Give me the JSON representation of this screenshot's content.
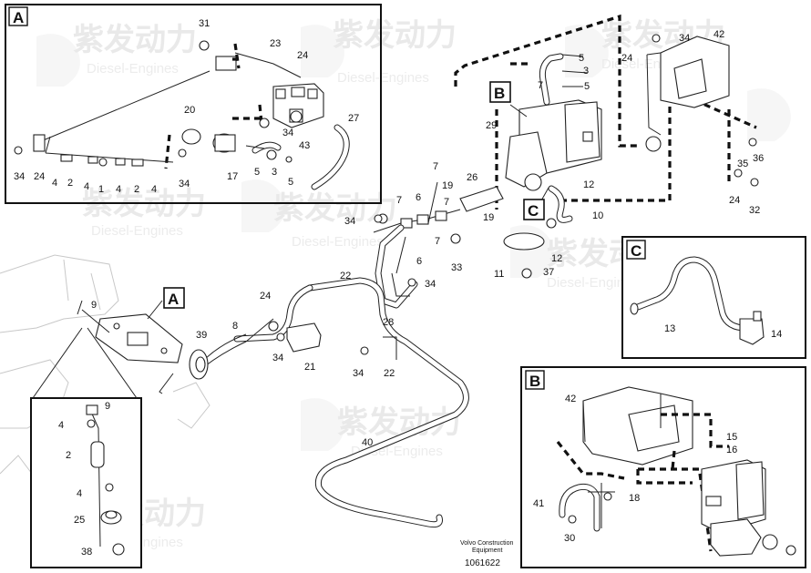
{
  "diagram": {
    "detail_labels": {
      "a_main": "A",
      "a_detail": "A",
      "b_main": "B",
      "b_detail": "B",
      "c_main": "C",
      "c_detail": "C"
    },
    "callouts": {
      "a1": "31",
      "a2": "23",
      "a3": "24",
      "a4": "20",
      "a5": "27",
      "a6": "34",
      "a7": "24",
      "a8": "4",
      "a9": "2",
      "a10": "4",
      "a11": "1",
      "a12": "4",
      "a13": "2",
      "a14": "4",
      "a15": "34",
      "a16": "17",
      "a17": "5",
      "a18": "3",
      "a19": "5",
      "a20": "34",
      "a21": "43",
      "m1": "5",
      "m2": "3",
      "m3": "5",
      "m4": "7",
      "m5": "29",
      "m6": "7",
      "m7": "26",
      "m8": "7",
      "m9": "6",
      "m10": "19",
      "m11": "7",
      "m12": "19",
      "m13": "34",
      "m14": "7",
      "m15": "6",
      "m16": "33",
      "m17": "12",
      "m18": "10",
      "m19": "12",
      "m20": "11",
      "m21": "37",
      "m22": "34",
      "m23": "42",
      "m24": "24",
      "m25": "36",
      "m26": "35",
      "m27": "24",
      "m28": "32",
      "m29": "22",
      "m30": "34",
      "m31": "28",
      "m32": "24",
      "m33": "9",
      "m34": "39",
      "m35": "8",
      "m36": "34",
      "m37": "21",
      "m38": "34",
      "m39": "22",
      "m40": "40",
      "d1": "9",
      "d2": "4",
      "d3": "2",
      "d4": "4",
      "d5": "25",
      "d6": "38",
      "c1": "13",
      "c2": "14",
      "b1": "42",
      "b2": "15",
      "b3": "16",
      "b4": "18",
      "b5": "41",
      "b6": "30"
    },
    "caption_line1": "Volvo Construction",
    "caption_line2": "Equipment",
    "document_number": "1061622",
    "watermark": {
      "chinese": "紫发动力",
      "english": "Diesel-Engines"
    }
  }
}
